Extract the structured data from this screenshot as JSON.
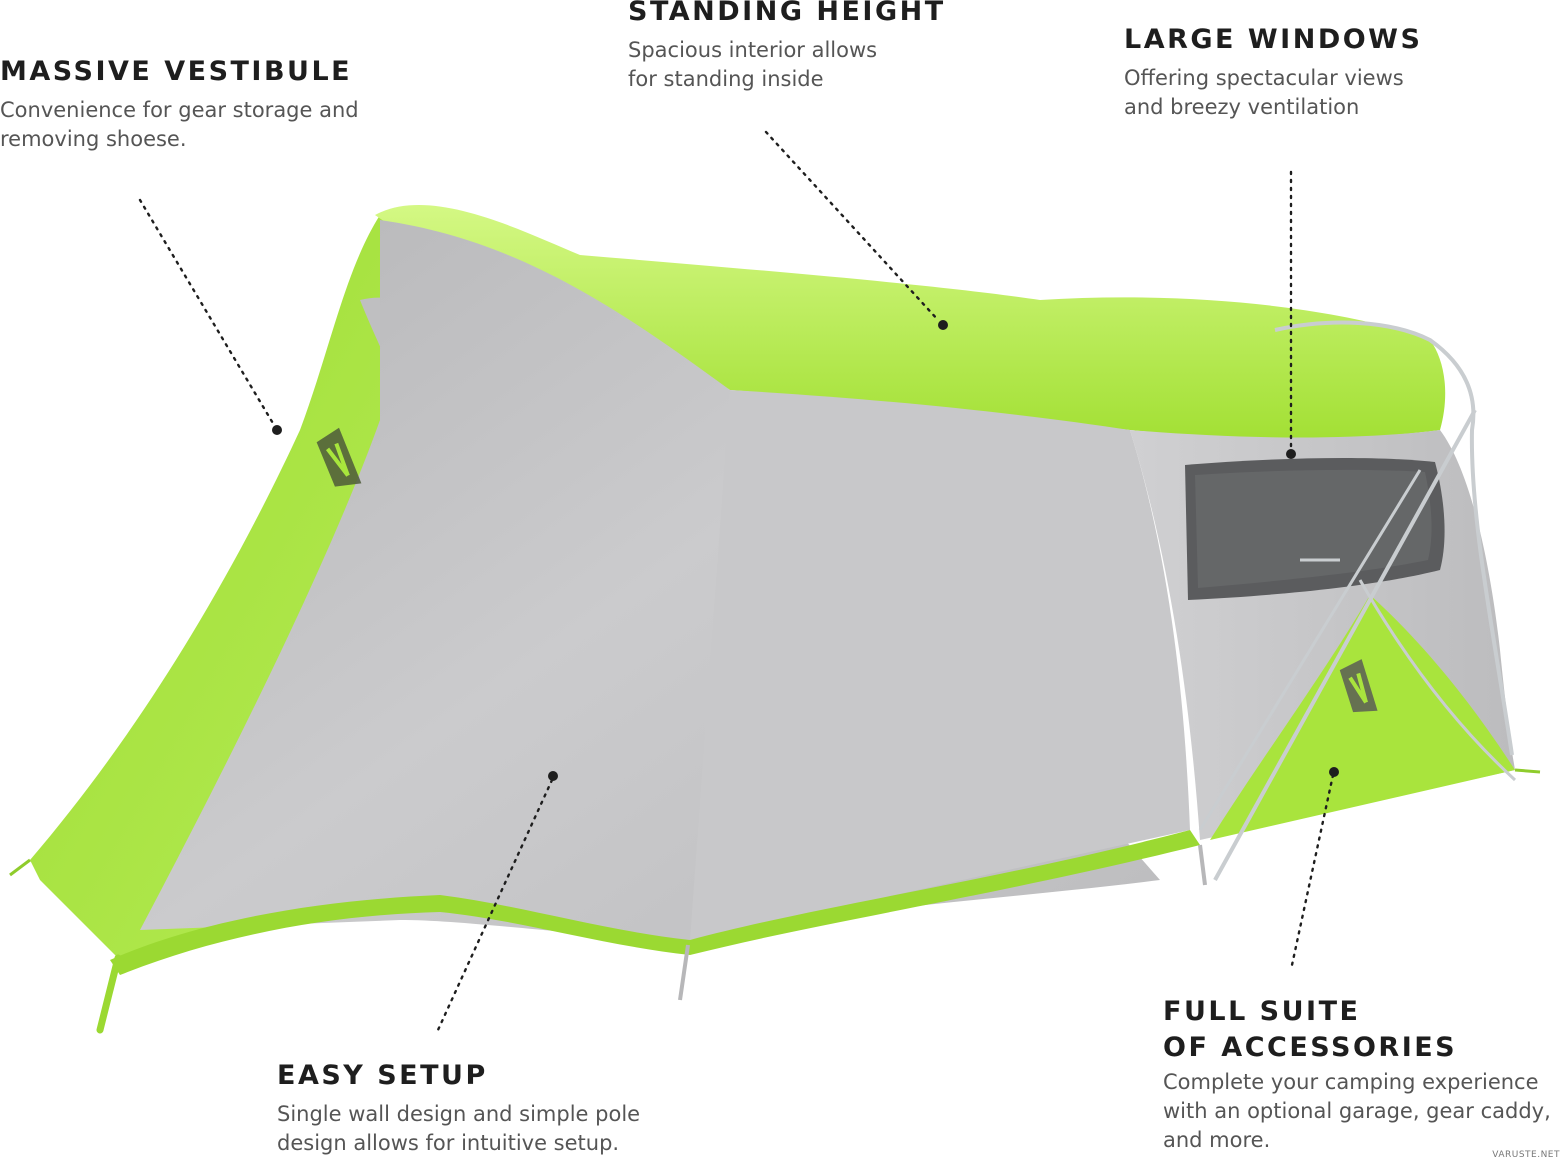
{
  "features": {
    "vestibule": {
      "title": "MASSIVE VESTIBULE",
      "desc_line1": "Convenience for gear storage and",
      "desc_line2": "removing shoese."
    },
    "height": {
      "title": "STANDING HEIGHT",
      "desc_line1": "Spacious interior allows",
      "desc_line2": "for standing inside"
    },
    "windows": {
      "title": "LARGE WINDOWS",
      "desc_line1": "Offering spectacular views",
      "desc_line2": "and breezy ventilation"
    },
    "setup": {
      "title": "EASY SETUP",
      "desc_line1": "Single wall design and simple pole",
      "desc_line2": "design allows for intuitive setup."
    },
    "accessories": {
      "title_line1": "FULL SUITE",
      "title_line2": "OF ACCESSORIES",
      "desc_line1": "Complete your camping experience",
      "desc_line2": "with an optional garage, gear caddy,",
      "desc_line3": "and more."
    }
  },
  "watermark": "VARUSTE.NET",
  "colors": {
    "tent_green": "#a8e63c",
    "tent_green_light": "#ccf57a",
    "tent_gray": "#c4c4c6",
    "window_dark": "#5a5b5d",
    "pole": "#c9cdd0"
  }
}
